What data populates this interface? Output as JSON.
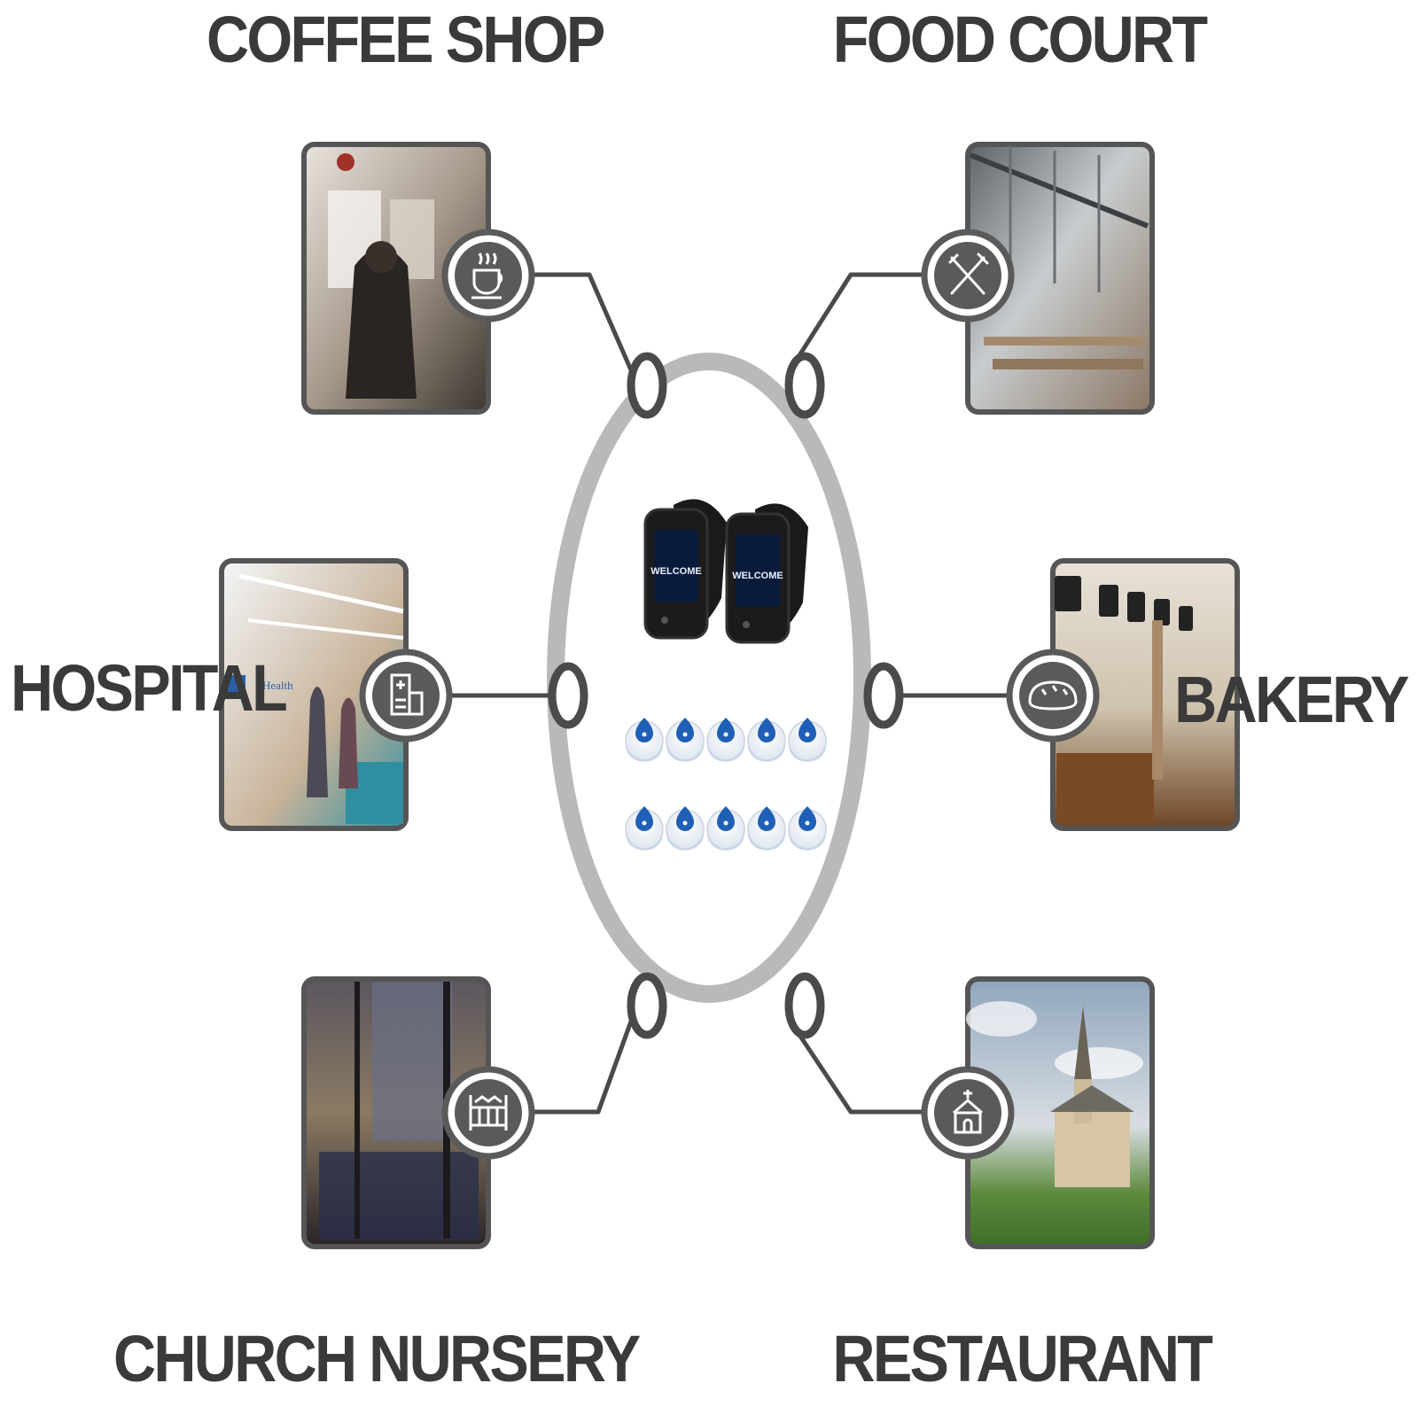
{
  "venues": [
    {
      "id": "coffee",
      "label": "COFFEE SHOP",
      "icon": "coffee-cup-icon"
    },
    {
      "id": "food",
      "label": "FOOD COURT",
      "icon": "fork-knife-icon"
    },
    {
      "id": "hospital",
      "label": "HOSPITAL",
      "icon": "hospital-building-icon"
    },
    {
      "id": "bakery",
      "label": "BAKERY",
      "icon": "bread-icon"
    },
    {
      "id": "church",
      "label": "CHURCH NURSERY",
      "icon": "nursery-crib-icon"
    },
    {
      "id": "restaurant",
      "label": "RESTAURANT",
      "icon": "church-icon"
    }
  ],
  "hospital_sign": "Health",
  "watch_screen_text": "WELCOME",
  "colors": {
    "text": "#3a3a3a",
    "ring": "#b9b9b9",
    "line": "#4a4a4a",
    "icon_badge": "#5a5a5a",
    "button_blue": "#1f5fb5"
  }
}
